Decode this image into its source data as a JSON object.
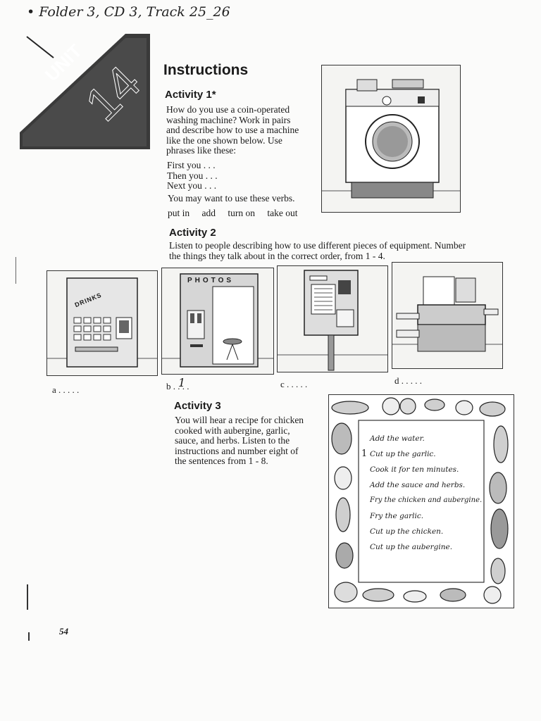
{
  "handwritten_note": "• Folder 3, CD 3, Track 25_26",
  "unit_label": "UNIT",
  "unit_number": "14",
  "page_title": "Instructions",
  "activity1": {
    "heading": "Activity 1*",
    "lines": [
      "How do you use a coin-operated",
      "washing machine? Work in pairs",
      "and describe how to use a machine",
      "like the one shown below. Use",
      "phrases like these:"
    ],
    "phrases": [
      "First you . . .",
      "Then you . . .",
      "Next you . . ."
    ],
    "verbs_intro": "You may want to use these verbs.",
    "verbs": [
      "put in",
      "add",
      "turn on",
      "take out"
    ]
  },
  "activity2": {
    "heading": "Activity 2",
    "lines": [
      "Listen to people describing how to use different pieces of equipment. Number",
      "the things they talk about in the correct order, from 1 - 4."
    ],
    "drinks_sign": "DRINKS",
    "photos_sign": "PHOTOS",
    "options": [
      "a . . . . .",
      "b . . . .",
      "c . . . . .",
      "d . . . . ."
    ],
    "answer_b": "1"
  },
  "activity3": {
    "heading": "Activity 3",
    "lines": [
      "You will hear a recipe for chicken",
      "cooked with aubergine, garlic,",
      "sauce, and herbs. Listen to the",
      "instructions and number eight of",
      "the sentences from 1 - 8."
    ],
    "recipe": [
      "Add the water.",
      "Cut up the garlic.",
      "Cook it for ten minutes.",
      "Add the sauce and herbs.",
      "Fry the chicken and aubergine.",
      "Fry the garlic.",
      "Cut up the chicken.",
      "Cut up the aubergine."
    ],
    "recipe_mark": "1"
  },
  "page_number": "54"
}
